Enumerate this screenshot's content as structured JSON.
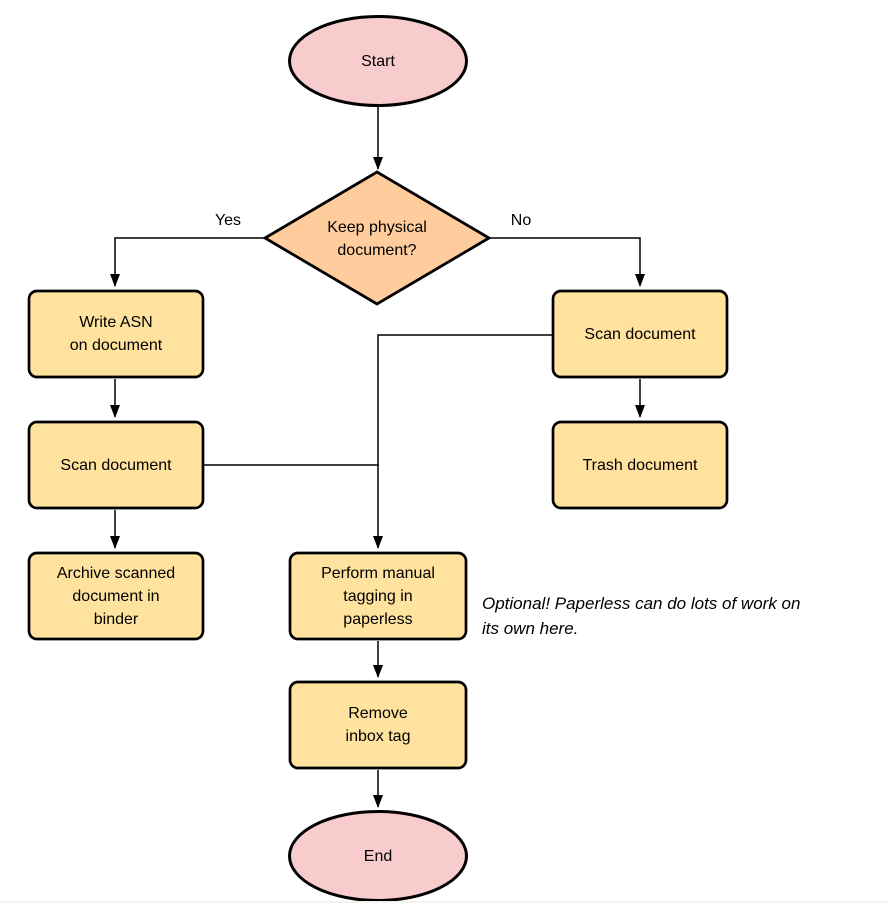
{
  "diagram": {
    "type": "flowchart",
    "background": "#ffffff",
    "colors": {
      "terminal_fill": "#f8cccd",
      "decision_fill": "#ffcc9e",
      "process_fill": "#ffe29e",
      "stroke": "#000000",
      "text": "#000000",
      "bottom_rule": "#f4f3ec"
    },
    "nodes": {
      "start": {
        "shape": "ellipse",
        "label": "Start"
      },
      "decision": {
        "shape": "diamond",
        "label": "Keep physical\ndocument?"
      },
      "write_asn": {
        "shape": "process",
        "label": "Write ASN\non document"
      },
      "scan_left": {
        "shape": "process",
        "label": "Scan document"
      },
      "archive": {
        "shape": "process",
        "label": "Archive scanned\ndocument in\nbinder"
      },
      "scan_right": {
        "shape": "process",
        "label": "Scan document"
      },
      "trash": {
        "shape": "process",
        "label": "Trash document"
      },
      "tagging": {
        "shape": "process",
        "label": "Perform manual\ntagging in\npaperless"
      },
      "remove_inbox": {
        "shape": "process",
        "label": "Remove\ninbox tag"
      },
      "end": {
        "shape": "ellipse",
        "label": "End"
      }
    },
    "edge_labels": {
      "yes": "Yes",
      "no": "No"
    },
    "annotation": "Optional! Paperless can do lots of work on\nits own here."
  }
}
